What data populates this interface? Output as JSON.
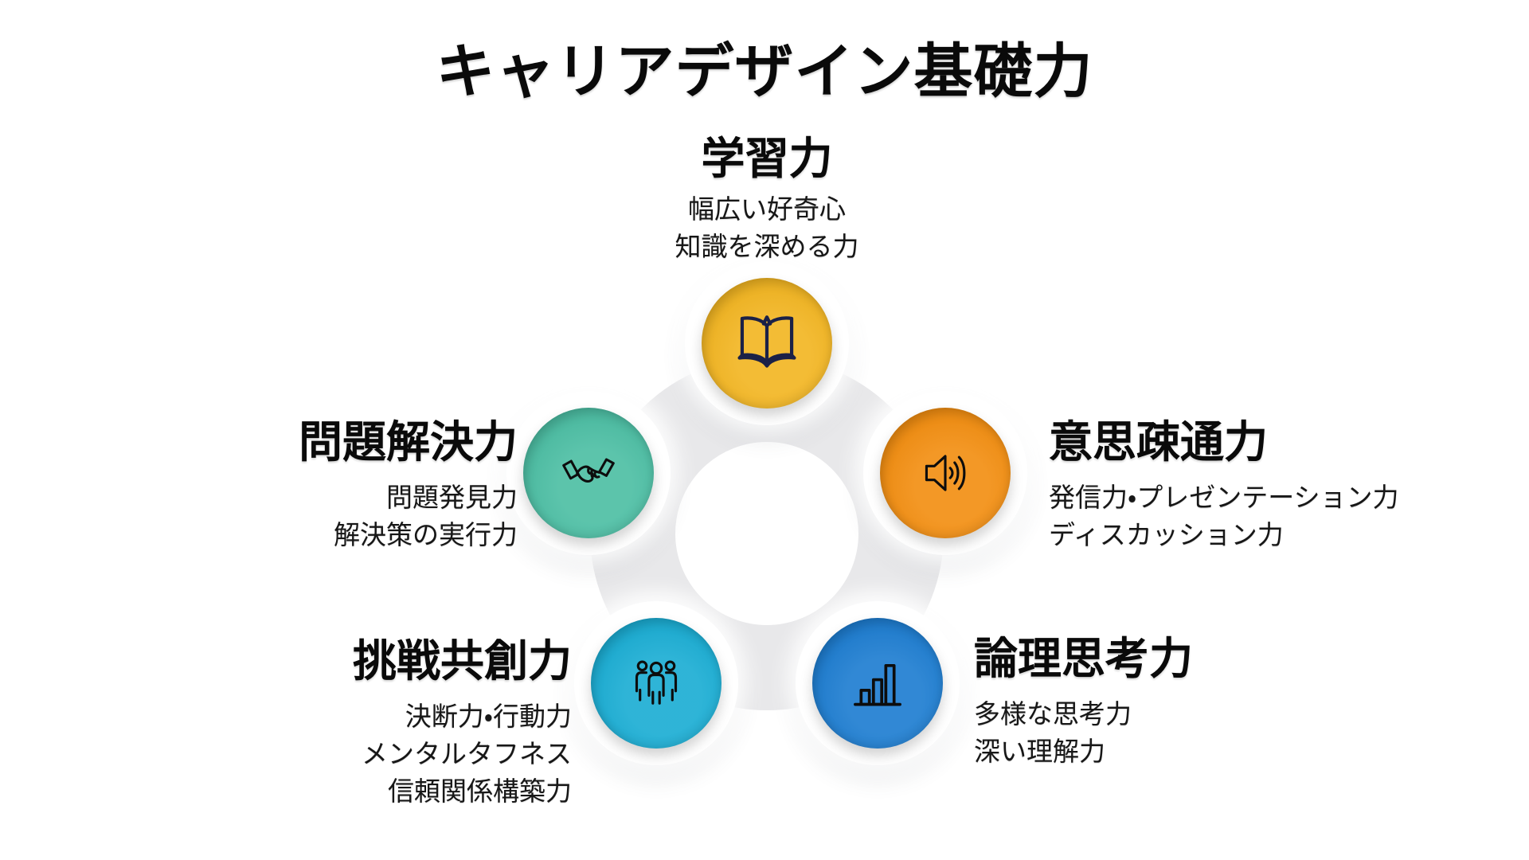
{
  "page": {
    "title": "キャリアデザイン基礎力",
    "background_color": "#FFFFFF",
    "ring_color": "#E8E8EA"
  },
  "diagram": {
    "nodes": [
      {
        "id": "learning",
        "label": "学習力",
        "details": [
          "幅広い好奇心",
          "知識を深める力"
        ],
        "color": "#F2B41E",
        "icon": "open-book-icon",
        "icon_color": "#1B2147",
        "position": "top"
      },
      {
        "id": "communication",
        "label": "意思疎通力",
        "details": [
          "発信力・プレゼンテーション力",
          "ディスカッション力"
        ],
        "color": "#F28C0D",
        "icon": "speaker-icon",
        "icon_color": "#0D0D0D",
        "position": "right"
      },
      {
        "id": "logical-thinking",
        "label": "論理思考力",
        "details": [
          "多様な思考力",
          "深い理解力"
        ],
        "color": "#1A7BD0",
        "icon": "bar-chart-icon",
        "icon_color": "#0D0D0D",
        "position": "bottom-right"
      },
      {
        "id": "challenge-cocreation",
        "label": "挑戦共創力",
        "details": [
          "決断力・行動力",
          "メンタルタフネス",
          "信頼関係構築力"
        ],
        "color": "#17ACD3",
        "icon": "people-icon",
        "icon_color": "#0D0D0D",
        "position": "bottom-left"
      },
      {
        "id": "problem-solving",
        "label": "問題解決力",
        "details": [
          "問題発見力",
          "解決策の実行力"
        ],
        "color": "#49BDA2",
        "icon": "handshake-icon",
        "icon_color": "#0D0D0D",
        "position": "left"
      }
    ]
  }
}
